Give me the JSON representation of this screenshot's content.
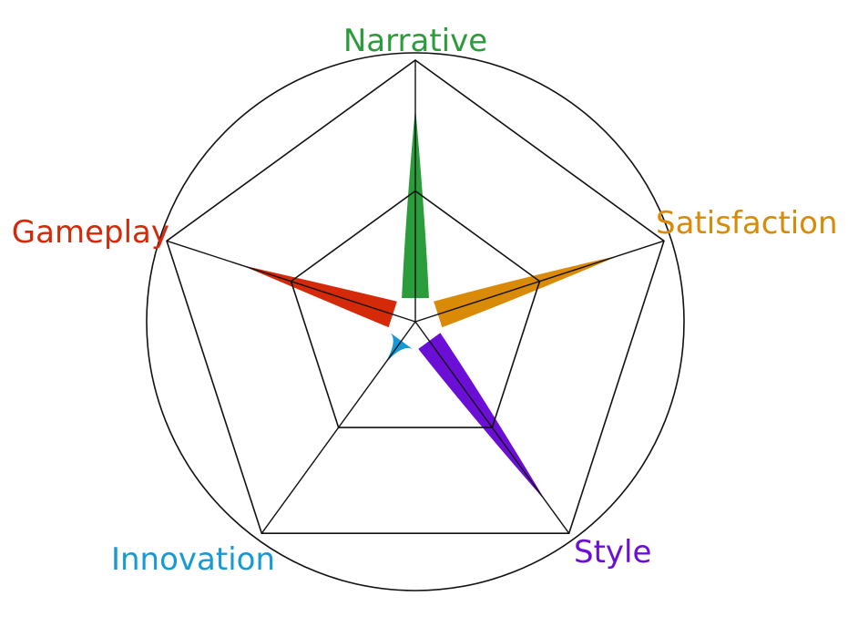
{
  "chart_data": {
    "type": "radar",
    "title": "",
    "axes": [
      {
        "name": "Narrative",
        "value": 0.82,
        "color": "#2a9c3a"
      },
      {
        "name": "Satisfaction",
        "value": 0.82,
        "color": "#d98a06"
      },
      {
        "name": "Style",
        "value": 0.85,
        "color": "#6b0fd6"
      },
      {
        "name": "Innovation",
        "value": 0.2,
        "color": "#159ad6"
      },
      {
        "name": "Gameplay",
        "value": 0.7,
        "color": "#d42a0a"
      }
    ],
    "range": [
      0,
      1
    ],
    "rings": [
      0.5,
      1.0
    ],
    "outer_circle": true,
    "grid": true,
    "legend": "none"
  }
}
